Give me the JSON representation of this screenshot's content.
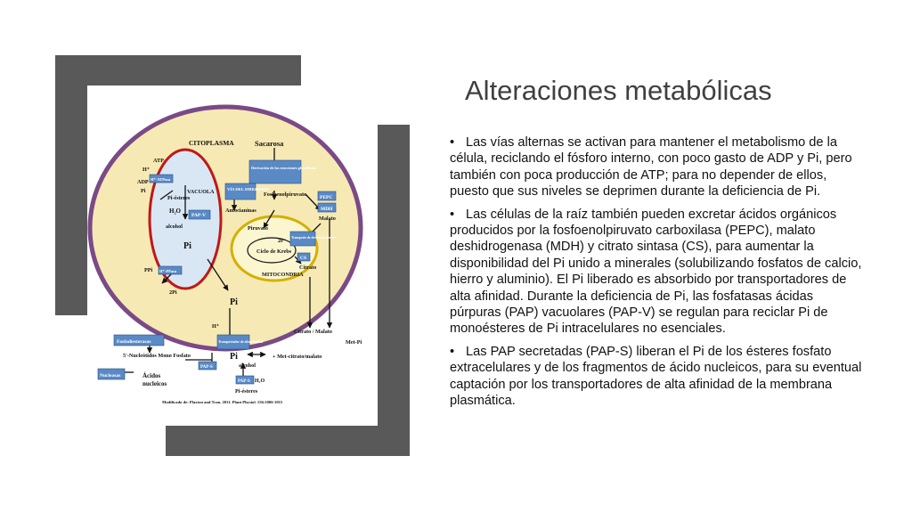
{
  "slide": {
    "title": "Alteraciones metabólicas",
    "bullets": [
      "Las vías alternas se activan para mantener el metabolismo de la célula, reciclando el fósforo interno, con poco gasto de ADP y Pi, pero también con poca producción de ATP; para no depender de ellos, puesto que sus niveles se deprimen durante la deficiencia de Pi.",
      "Las células de la raíz también pueden excretar ácidos orgánicos producidos por la fosfoenolpiruvato carboxilasa (PEPC), malato deshidrogenasa (MDH) y citrato sintasa (CS), para aumentar la disponibilidad del Pi unido a minerales (solubilizando fosfatos de calcio, hierro y aluminio). El Pi liberado es  absorbido por transportadores de alta afinidad. Durante la deficiencia de Pi, las fosfatasas ácidas púrpuras (PAP) vacuolares (PAP-V) se regulan para reciclar Pi de monoésteres de Pi intracelulares no esenciales.",
      "Las PAP secretadas (PAP-S) liberan el Pi de los ésteres fosfato extracelulares y  de los fragmentos de ácido nucleicos, para su eventual captación por los transportadores de alta afinidad de la membrana plasmática."
    ],
    "bullet_mark": "•"
  },
  "diagram": {
    "citoplasma": "CITOPLASMA",
    "sacarosa": "Sacarosa",
    "atp": "ATP",
    "h_plus": "H⁺",
    "adp": "ADP",
    "pi_small": "Pi",
    "h_atpasa": "H⁺-ATPasa",
    "vacuola": "VACUOLA",
    "pi_esteres": "Pi-ésteres",
    "h2o": "H₂O",
    "pap_v": "PAP-V",
    "alcohol": "alcohol",
    "pi_vacuola": "Pi",
    "ppi": "PPi",
    "h_ppasa": "H⁺-PPasa",
    "two_pi": "2Pi",
    "derivacion": "Derivación de las reacciones glucolíticas",
    "via_shikimato": "VÍA DEL SHIKIMATO",
    "fosfoenolpiruvato": "Fosfoenolpiruvato",
    "pepc": "PEPC",
    "mdh": "MDH",
    "antocianinas": "Antocianinas",
    "malato": "Malato",
    "piruvato": "Piruvato",
    "two_e": "2e⁻",
    "transporte_electrones": "Transporte de electrones alterno",
    "ciclo_krebs": "Ciclo de Krebs",
    "cs": "CS",
    "citrato": "Citrato",
    "mitocondria": "MITOCONDRIA",
    "pi_cyto": "Pi",
    "h_plus_2": "H⁺",
    "citrato_malato": "Citrato / Malato",
    "met_pi": "Met-Pi",
    "fosfodiesterasas": "Fosfodiesterasas",
    "transportador": "Transportador de alta afinidad",
    "nucleotidos": "5'-Nucleótidos Mono Fosfato",
    "pi_ext": "Pi",
    "met_citrato": "+ Met-citrato/malato",
    "pap_s_1": "PAP-S",
    "nucleasas": "Nucleasas",
    "acidos": "Ácidos",
    "nucleicos": "nucleicos",
    "alcohol_2": "alcohol",
    "pap_s_2": "PAP-S",
    "h2o_2": "H₂O",
    "pi_esteres_2": "Pi-ésteres",
    "credit": "Modificado de: Plaxton and Tran. 2011. Plant Physiol. 156:1006-1015"
  },
  "colors": {
    "frame": "#595959",
    "cell_fill": "#f6e9b4",
    "cell_border": "#7a4a86",
    "vacuole_fill": "#d9e7f5",
    "vacuole_border": "#c01818",
    "mito_fill": "#fbf6d0",
    "mito_border": "#d4b000",
    "enzyme_box": "#5a8ac6"
  }
}
